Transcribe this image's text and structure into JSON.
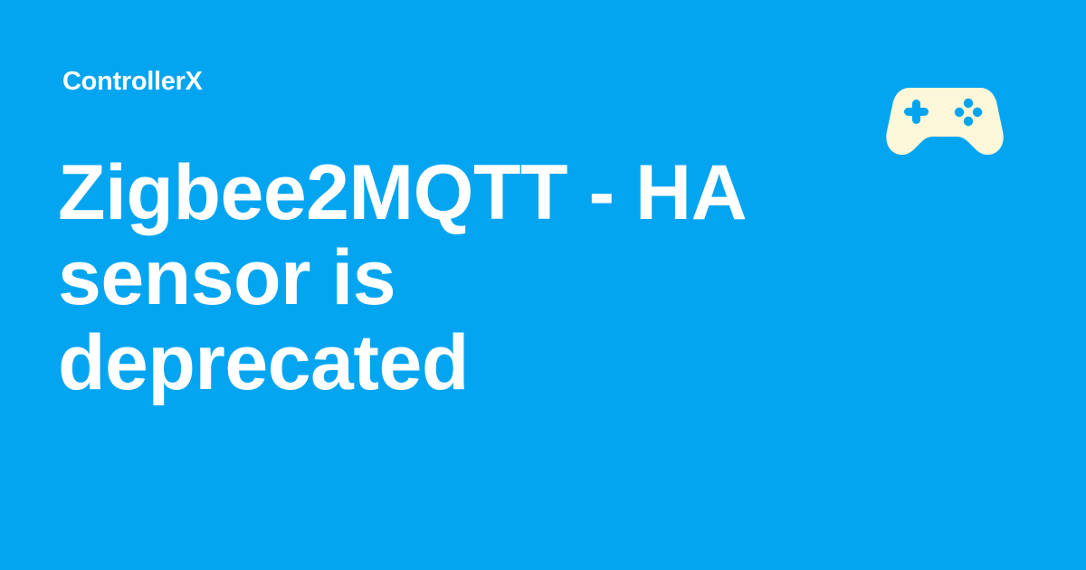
{
  "site": {
    "name": "ControllerX"
  },
  "post": {
    "title_lines": [
      "Zigbee2MQTT - HA",
      "sensor is",
      "deprecated"
    ]
  },
  "logo": {
    "icon": "gamepad-icon"
  },
  "colors": {
    "background": "#03a5f1",
    "text": "#ffffff",
    "logo_fill": "#fbf7d8",
    "logo_accent": "#03a5f1"
  }
}
